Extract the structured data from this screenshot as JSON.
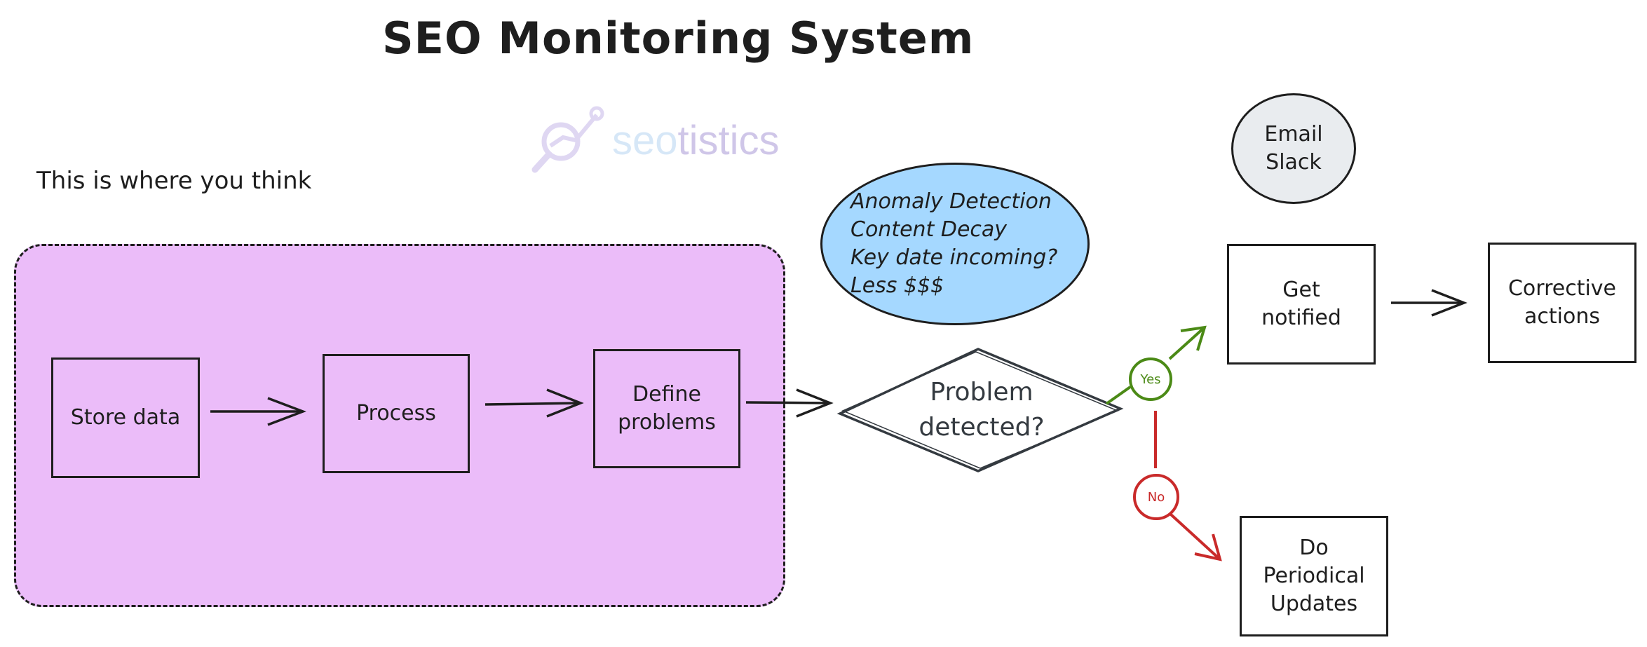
{
  "diagram": {
    "title": "SEO Monitoring System",
    "subtitle": "This is where you think",
    "logo": {
      "prefix": "seo",
      "suffix": "tistics",
      "icon": "magnifier-chart-icon"
    },
    "nodes": {
      "store_data": "Store data",
      "process": "Process",
      "define_problems": "Define\nproblems",
      "problem_detected": "Problem\ndetected?",
      "triggers": "Anomaly Detection\nContent Decay\nKey date incoming?\nLess $$$",
      "channels": "Email\nSlack",
      "get_notified": "Get\nnotified",
      "corrective_actions": "Corrective\nactions",
      "periodical_updates": "Do\nPeriodical\nUpdates"
    },
    "branches": {
      "yes": "Yes",
      "no": "No"
    },
    "colors": {
      "zone_fill": "#ebbcf9",
      "ellipse_fill": "#a5d8ff",
      "circle_fill": "#e9ecef",
      "yes": "#4b8a16",
      "no": "#c92a2a",
      "stroke": "#1e1e1e",
      "diamond_stroke": "#343a40"
    }
  }
}
